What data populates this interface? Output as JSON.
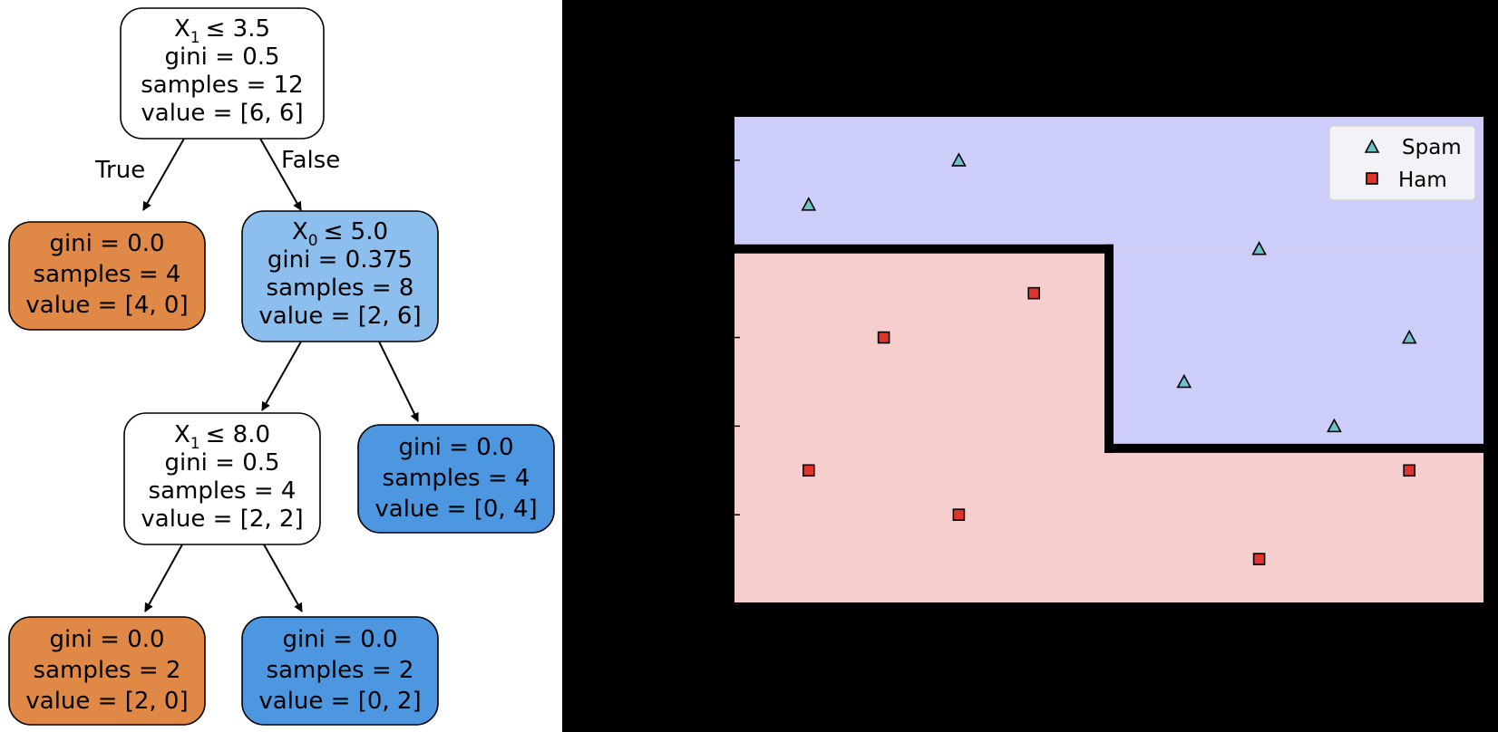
{
  "tree": {
    "nodes": [
      {
        "id": "root",
        "feature_var": "X",
        "feature_sub": "1",
        "threshold_text": "≤ 3.5",
        "gini": "gini = 0.5",
        "samples": "samples = 12",
        "value": "value = [6, 6]",
        "fill": "#ffffff"
      },
      {
        "id": "left-leaf",
        "gini": "gini = 0.0",
        "samples": "samples = 4",
        "value": "value = [4, 0]",
        "fill": "#e08946"
      },
      {
        "id": "split-x0",
        "feature_var": "X",
        "feature_sub": "0",
        "threshold_text": "≤ 5.0",
        "gini": "gini = 0.375",
        "samples": "samples = 8",
        "value": "value = [2, 6]",
        "fill": "#8cbeee"
      },
      {
        "id": "split-x1b",
        "feature_var": "X",
        "feature_sub": "1",
        "threshold_text": "≤ 8.0",
        "gini": "gini = 0.5",
        "samples": "samples = 4",
        "value": "value = [2, 2]",
        "fill": "#ffffff"
      },
      {
        "id": "right-leaf",
        "gini": "gini = 0.0",
        "samples": "samples = 4",
        "value": "value = [0, 4]",
        "fill": "#4d97e1"
      },
      {
        "id": "ll-leaf",
        "gini": "gini = 0.0",
        "samples": "samples = 2",
        "value": "value = [2, 0]",
        "fill": "#e08946"
      },
      {
        "id": "lr-leaf",
        "gini": "gini = 0.0",
        "samples": "samples = 2",
        "value": "value = [0, 2]",
        "fill": "#4d97e1"
      }
    ],
    "edge_labels": {
      "true": "True",
      "false": "False"
    }
  },
  "colors": {
    "spam_region": "#cdcdf9",
    "ham_region": "#f6cece",
    "spam_marker": "#6cc4c9",
    "ham_marker": "#e1342a",
    "boundary": "#000000"
  },
  "chart_data": {
    "type": "scatter",
    "xlim": [
      0,
      10
    ],
    "ylim": [
      0,
      11
    ],
    "grid": false,
    "legend_position": "top-right",
    "series": [
      {
        "name": "Spam",
        "marker": "triangle",
        "points": [
          [
            1,
            9
          ],
          [
            3,
            10
          ],
          [
            7,
            8
          ],
          [
            9,
            6
          ],
          [
            6,
            5
          ],
          [
            8,
            4
          ]
        ]
      },
      {
        "name": "Ham",
        "marker": "square",
        "points": [
          [
            4,
            7
          ],
          [
            2,
            6
          ],
          [
            1,
            3
          ],
          [
            3,
            2
          ],
          [
            9,
            3
          ],
          [
            7,
            1
          ]
        ]
      }
    ],
    "decision_regions": [
      {
        "class": "Spam",
        "rule": "X1 > 8.0"
      },
      {
        "class": "Spam",
        "rule": "3.5 < X1 <= 8.0 and X0 > 5.0"
      },
      {
        "class": "Ham",
        "rule": "X1 <= 3.5"
      },
      {
        "class": "Ham",
        "rule": "3.5 < X1 <= 8.0 and X0 <= 5.0"
      }
    ],
    "thresholds": {
      "x0_split": 5.0,
      "x1_low": 3.5,
      "x1_high": 8.0
    }
  }
}
